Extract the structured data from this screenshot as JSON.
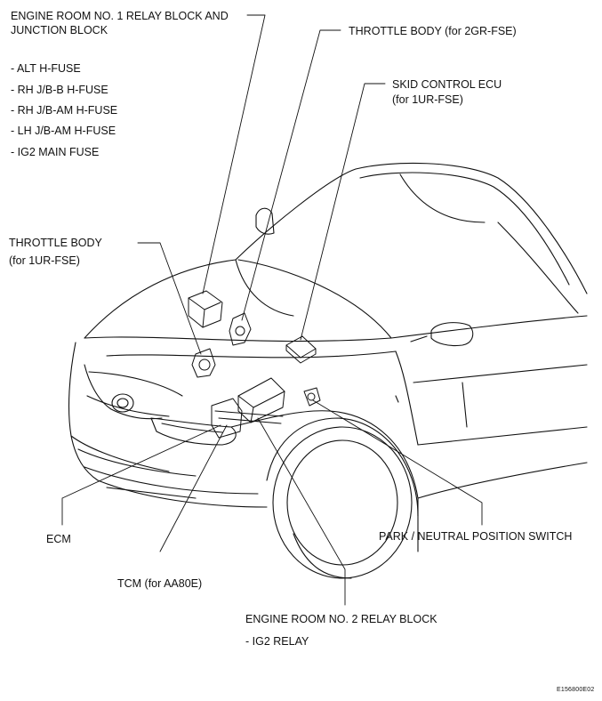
{
  "labels": {
    "engine_room_1_line1": "ENGINE ROOM NO. 1 RELAY BLOCK AND",
    "engine_room_1_line2": "JUNCTION BLOCK",
    "fuses": [
      "- ALT H-FUSE",
      "- RH J/B-B H-FUSE",
      "- RH J/B-AM H-FUSE",
      "- LH J/B-AM H-FUSE",
      "- IG2 MAIN FUSE"
    ],
    "throttle_2gr": "THROTTLE BODY (for 2GR-FSE)",
    "skid_line1": "SKID CONTROL ECU",
    "skid_line2": "(for 1UR-FSE)",
    "throttle_1ur_line1": "THROTTLE BODY",
    "throttle_1ur_line2": "(for 1UR-FSE)",
    "ecm": "ECM",
    "park_neutral": "PARK / NEUTRAL POSITION SWITCH",
    "tcm": "TCM (for AA80E)",
    "engine_room_2": "ENGINE ROOM NO. 2 RELAY BLOCK",
    "ig2_relay": "- IG2 RELAY",
    "figure_code": "E156800E02"
  }
}
